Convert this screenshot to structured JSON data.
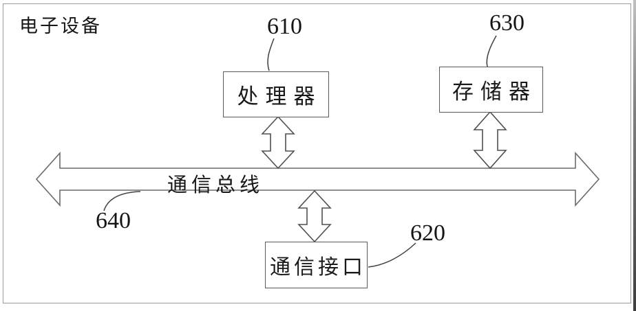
{
  "figure": {
    "device_label": "电子设备",
    "bus": {
      "label": "通信总线",
      "ref": "640"
    },
    "nodes": [
      {
        "id": "processor",
        "label": "处理器",
        "ref": "610"
      },
      {
        "id": "communication-interface",
        "label": "通信接口",
        "ref": "620"
      },
      {
        "id": "memory",
        "label": "存储器",
        "ref": "630"
      }
    ],
    "colors": {
      "line": "#4f4f4f",
      "bus_line": "#6a6a6a",
      "frame": "#9a9a9a",
      "text": "#161616",
      "background": "#ffffff"
    }
  }
}
